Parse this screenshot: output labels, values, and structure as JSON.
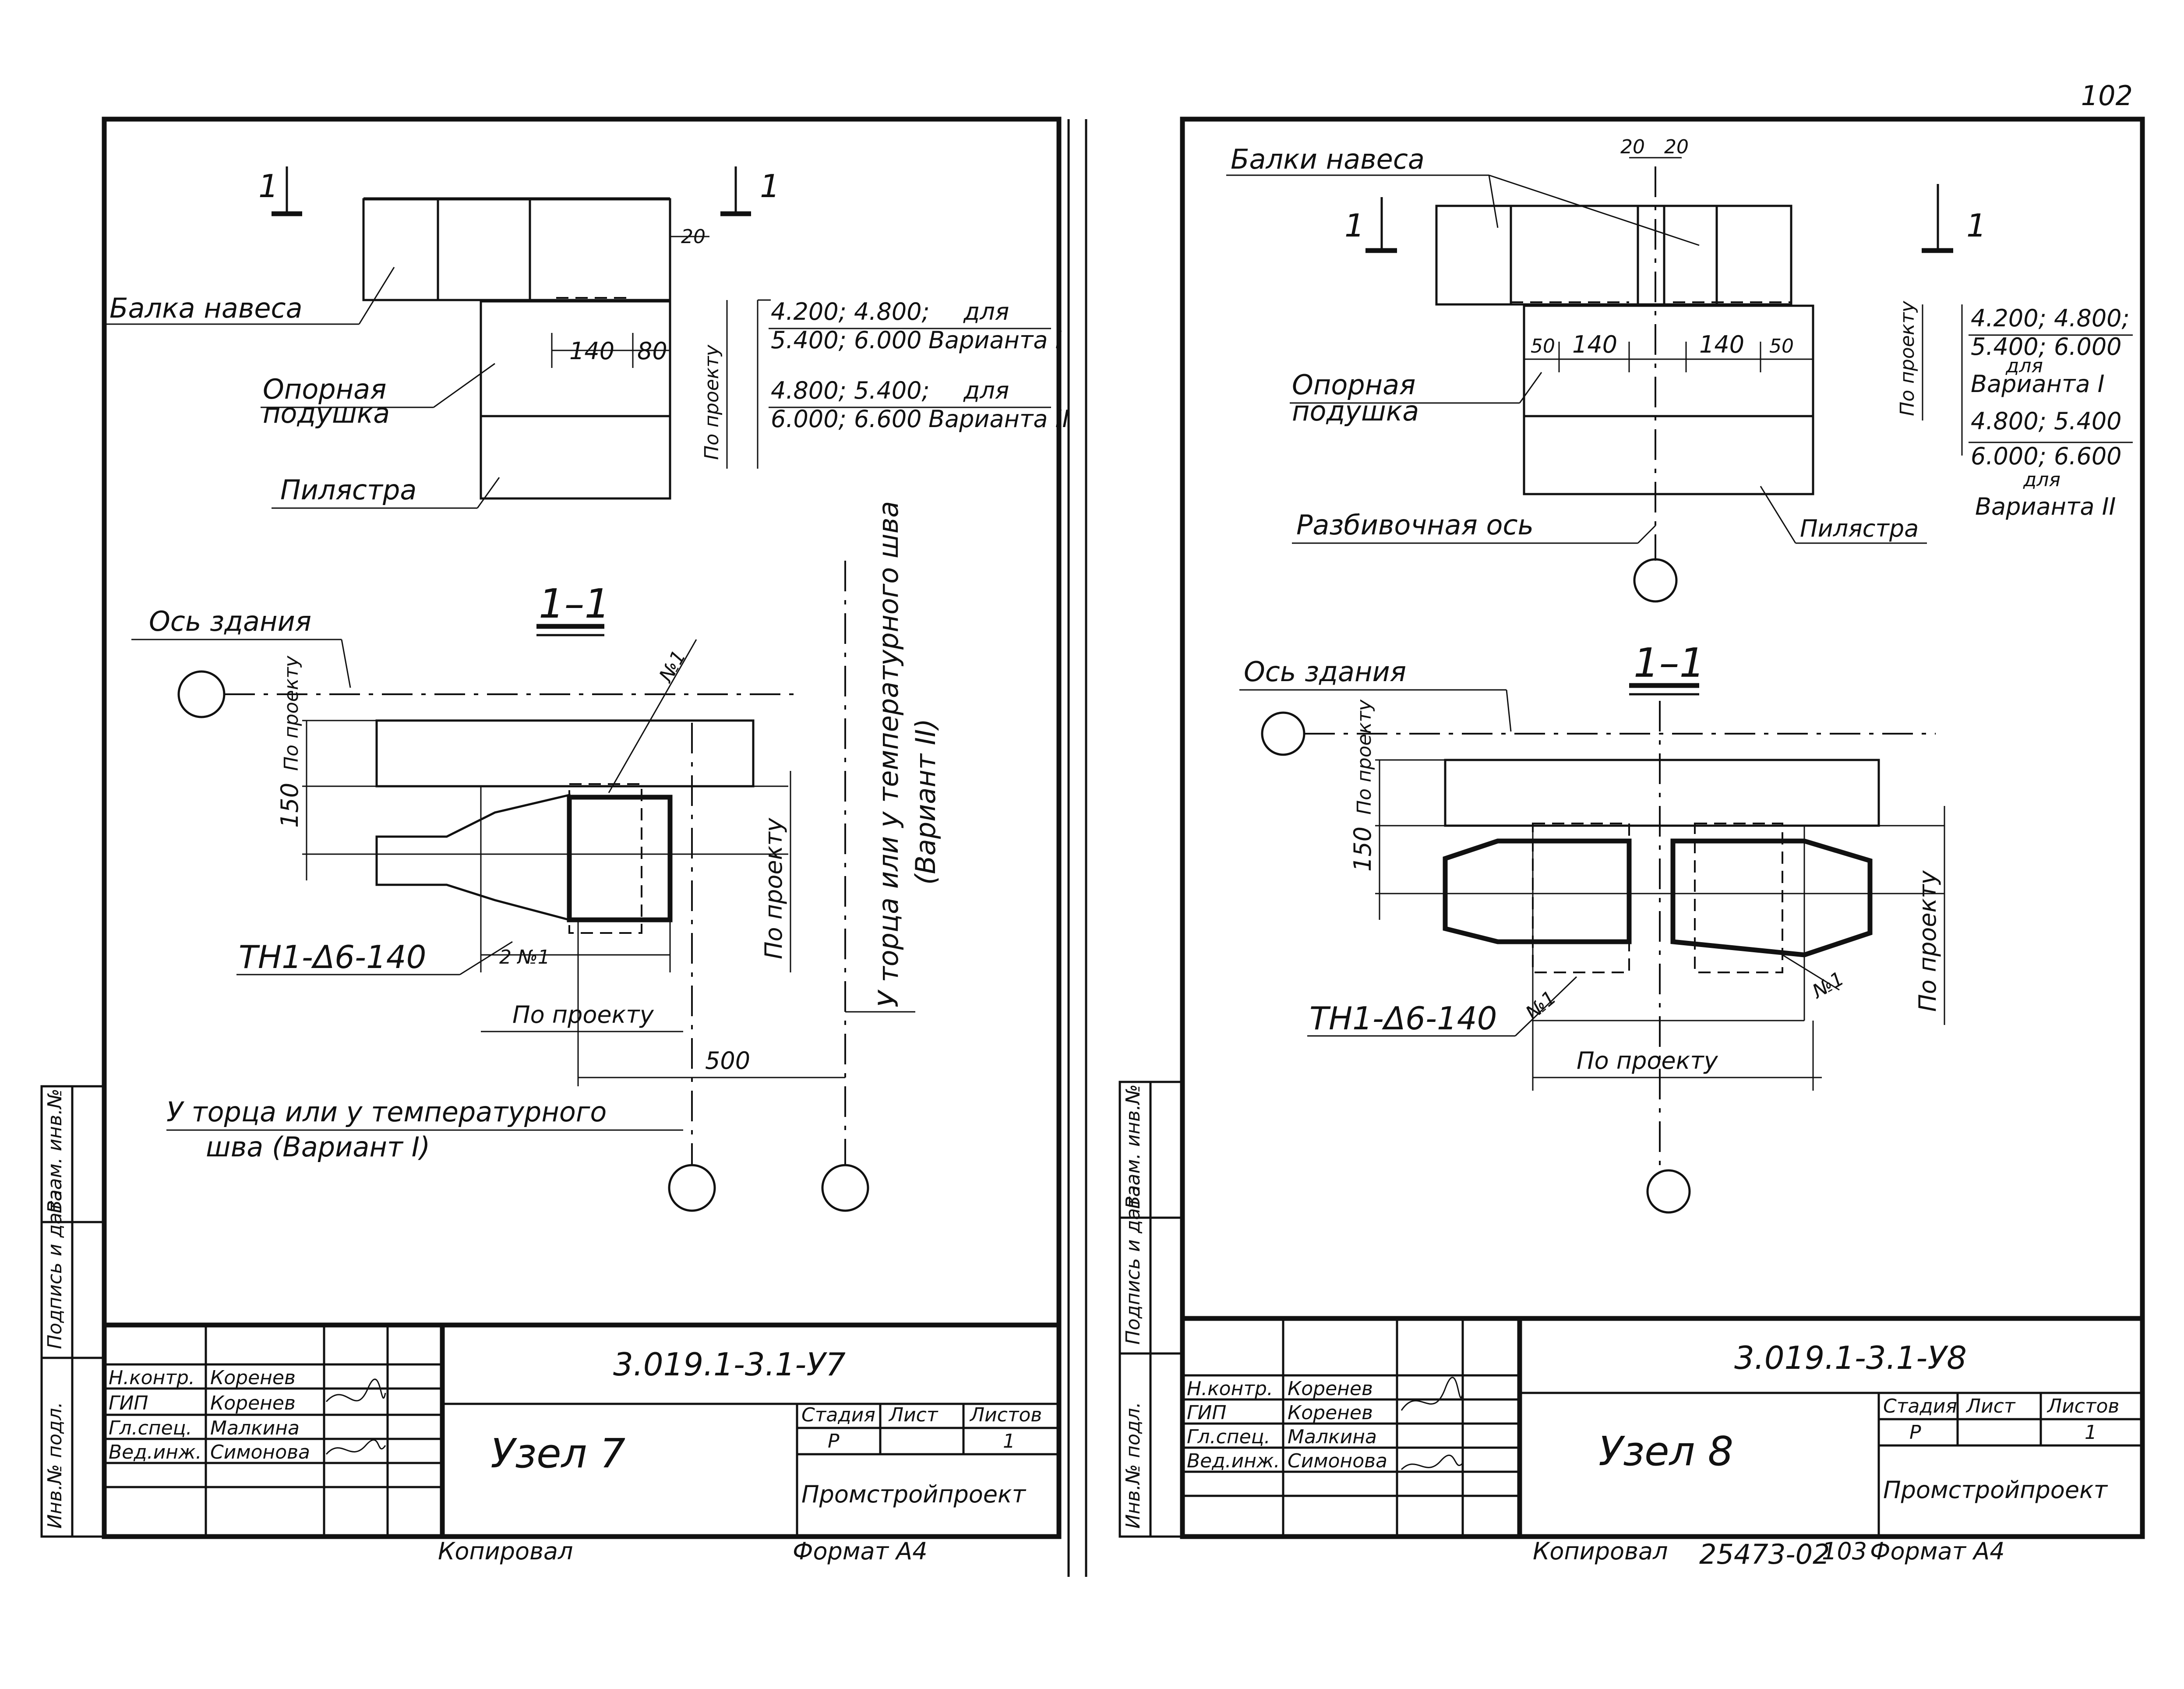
{
  "page_number": "102",
  "left_sheet": {
    "labels": {
      "beam": "Балка навеса",
      "pad_line1": "Опорная",
      "pad_line2": "подушка",
      "pilaster": "Пилястра",
      "building_axis": "Ось здания",
      "weld_mark": "ТН1-Δ6-140",
      "section_mark": "1",
      "section_title": "1–1",
      "note_vertical_line1": "У торца или у температурного шва",
      "note_vertical_line2": "(Вариант II)",
      "note_bottom_line1": "У торца или у температурного",
      "note_bottom_line2": "шва (Вариант I)",
      "per_project": "По проекту",
      "var1_line1": "4.200; 4.800;",
      "var1_line2": "5.400; 6.000",
      "var1_for": "для",
      "var1_variant": "Варианта I",
      "var2_line1": "4.800; 5.400;",
      "var2_line2": "6.000; 6.600",
      "var2_for": "для",
      "var2_variant": "Варианта II",
      "item_no1": "№1",
      "item_no1b": "2 №1"
    },
    "dims": {
      "d20": "20",
      "d140": "140",
      "d80": "80",
      "d150": "150",
      "d500": "500"
    },
    "title_block": {
      "code": "3.019.1-3.1-У7",
      "title": "Узел 7",
      "rows": [
        {
          "role": "Н.контр.",
          "name": "Коренев"
        },
        {
          "role": "ГИП",
          "name": "Коренев"
        },
        {
          "role": "Гл.спец.",
          "name": "Малкина"
        },
        {
          "role": "Вед.инж.",
          "name": "Симонова"
        }
      ],
      "stage_hdr": "Стадия",
      "sheet_hdr": "Лист",
      "sheets_hdr": "Листов",
      "stage": "Р",
      "sheets": "1",
      "org": "Промстройпроект"
    },
    "margin_labels": [
      "Инв.№ подл.",
      "Подпись и дата",
      "Взам. инв.№"
    ],
    "footer_left": "Копировал",
    "footer_right": "Формат А4"
  },
  "right_sheet": {
    "labels": {
      "beams": "Балки навеса",
      "pad_line1": "Опорная",
      "pad_line2": "подушка",
      "pilaster": "Пилястра",
      "layout_axis": "Разбивочная ось",
      "building_axis": "Ось здания",
      "weld_mark": "ТН1-Δ6-140",
      "section_mark": "1",
      "section_title": "1–1",
      "per_project": "По проекту",
      "var1_line1": "4.200; 4.800;",
      "var1_line2": "5.400; 6.000",
      "var1_for": "для",
      "var1_variant": "Варианта I",
      "var2_line1": "4.800; 5.400",
      "var2_line2": "6.000; 6.600",
      "var2_for": "для",
      "var2_variant": "Варианта II",
      "item_no1": "№1",
      "item_no1b": "№1"
    },
    "dims": {
      "d20a": "20",
      "d20b": "20",
      "d50": "50",
      "d140": "140",
      "d150": "150"
    },
    "title_block": {
      "code": "3.019.1-3.1-У8",
      "title": "Узел 8",
      "rows": [
        {
          "role": "Н.контр.",
          "name": "Коренев"
        },
        {
          "role": "ГИП",
          "name": "Коренев"
        },
        {
          "role": "Гл.спец.",
          "name": "Малкина"
        },
        {
          "role": "Вед.инж.",
          "name": "Симонова"
        }
      ],
      "stage_hdr": "Стадия",
      "sheet_hdr": "Лист",
      "sheets_hdr": "Листов",
      "stage": "Р",
      "sheets": "1",
      "org": "Промстройпроект"
    },
    "margin_labels": [
      "Инв.№ подл.",
      "Подпись и дата",
      "Взам. инв.№"
    ],
    "footer_left": "Копировал",
    "footer_code": "25473-02",
    "footer_sheet": "103",
    "footer_right": "Формат А4"
  }
}
